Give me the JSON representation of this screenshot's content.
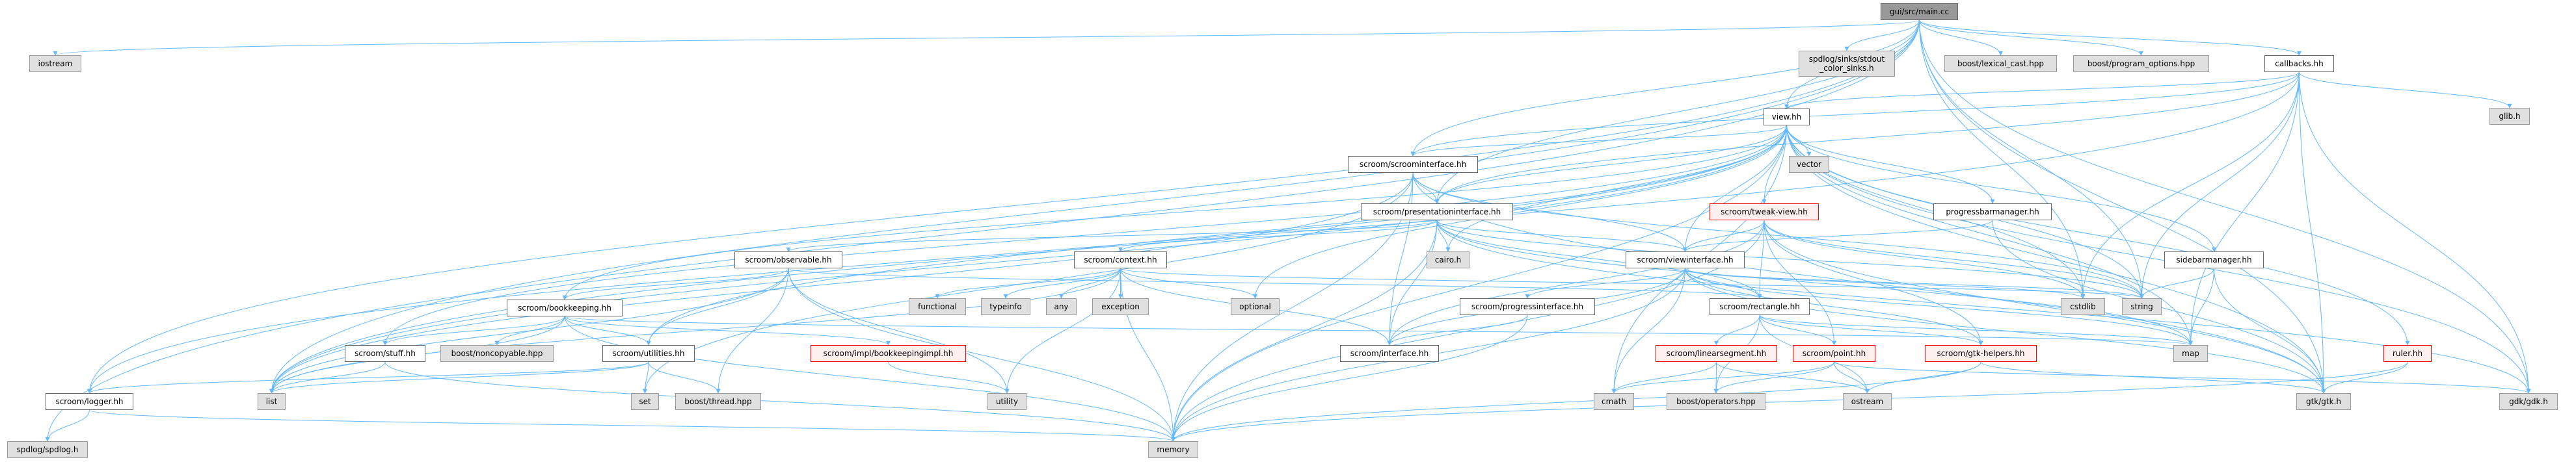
{
  "graph": {
    "colors": {
      "edge": "#63b8ff",
      "root_fill": "#999999",
      "system_fill": "#e0e0e0",
      "missing_border": "#ff0000"
    },
    "nodes": {
      "main": "gui/src/main.cc",
      "iostream": "iostream",
      "spdlog": "spdlog/spdlog.h",
      "sinks": "spdlog/sinks/stdout\n_color_sinks.h",
      "lexical": "boost/lexical_cast.hpp",
      "progopts": "boost/program_options.hpp",
      "callbacks": "callbacks.hh",
      "glib": "glib.h",
      "view": "view.hh",
      "vector": "vector",
      "scroomif": "scroom/scroominterface.hh",
      "presif": "scroom/presentationinterface.hh",
      "tweak": "scroom/tweak-view.hh",
      "pbm": "progressbarmanager.hh",
      "observable": "scroom/observable.hh",
      "context": "scroom/context.hh",
      "cairo": "cairo.h",
      "viewif": "scroom/viewinterface.hh",
      "sidebar": "sidebarmanager.hh",
      "bookkeeping": "scroom/bookkeeping.hh",
      "functional": "functional",
      "typeinfo": "typeinfo",
      "any": "any",
      "exception": "exception",
      "optional": "optional",
      "progif": "scroom/progressinterface.hh",
      "rectangle": "scroom/rectangle.hh",
      "cstdlib": "cstdlib",
      "string": "string",
      "stuff": "scroom/stuff.hh",
      "noncopyable": "boost/noncopyable.hpp",
      "utilities": "scroom/utilities.hh",
      "bkimpl": "scroom/impl/bookkeepingimpl.hh",
      "interface": "scroom/interface.hh",
      "linseg": "scroom/linearsegment.hh",
      "point": "scroom/point.hh",
      "gtkhelpers": "scroom/gtk-helpers.hh",
      "map": "map",
      "ruler": "ruler.hh",
      "logger": "scroom/logger.hh",
      "list": "list",
      "set": "set",
      "thread": "boost/thread.hpp",
      "utility": "utility",
      "cmath": "cmath",
      "operators": "boost/operators.hpp",
      "ostream": "ostream",
      "gtk": "gtk/gtk.h",
      "gdk": "gdk/gdk.h",
      "memory": "memory"
    },
    "edges": [
      [
        "main",
        "iostream"
      ],
      [
        "main",
        "spdlog"
      ],
      [
        "main",
        "list"
      ],
      [
        "main",
        "logger"
      ],
      [
        "main",
        "sinks"
      ],
      [
        "main",
        "lexical"
      ],
      [
        "main",
        "progopts"
      ],
      [
        "main",
        "callbacks"
      ],
      [
        "main",
        "view"
      ],
      [
        "main",
        "string"
      ],
      [
        "main",
        "cstdlib"
      ],
      [
        "main",
        "gtk"
      ],
      [
        "main",
        "gdk"
      ],
      [
        "main",
        "scroomif"
      ],
      [
        "main",
        "presif"
      ],
      [
        "callbacks",
        "view"
      ],
      [
        "callbacks",
        "scroomif"
      ],
      [
        "callbacks",
        "presif"
      ],
      [
        "callbacks",
        "list"
      ],
      [
        "callbacks",
        "string"
      ],
      [
        "callbacks",
        "map"
      ],
      [
        "callbacks",
        "glib"
      ],
      [
        "callbacks",
        "gtk"
      ],
      [
        "callbacks",
        "gdk"
      ],
      [
        "callbacks",
        "cstdlib"
      ],
      [
        "view",
        "scroomif"
      ],
      [
        "view",
        "presif"
      ],
      [
        "view",
        "viewif"
      ],
      [
        "view",
        "tweak"
      ],
      [
        "view",
        "pbm"
      ],
      [
        "view",
        "sidebar"
      ],
      [
        "view",
        "ruler"
      ],
      [
        "view",
        "vector"
      ],
      [
        "view",
        "cairo"
      ],
      [
        "view",
        "cmath"
      ],
      [
        "view",
        "gtk"
      ],
      [
        "view",
        "gdk"
      ],
      [
        "view",
        "map"
      ],
      [
        "view",
        "string"
      ],
      [
        "view",
        "cstdlib"
      ],
      [
        "view",
        "optional"
      ],
      [
        "view",
        "bookkeeping"
      ],
      [
        "view",
        "stuff"
      ],
      [
        "view",
        "utilities"
      ],
      [
        "view",
        "logger"
      ],
      [
        "view",
        "list"
      ],
      [
        "view",
        "memory"
      ],
      [
        "scroomif",
        "presif"
      ],
      [
        "scroomif",
        "viewif"
      ],
      [
        "scroomif",
        "interface"
      ],
      [
        "scroomif",
        "list"
      ],
      [
        "scroomif",
        "memory"
      ],
      [
        "scroomif",
        "string"
      ],
      [
        "scroomif",
        "gtk"
      ],
      [
        "scroomif",
        "set"
      ],
      [
        "presif",
        "viewif"
      ],
      [
        "presif",
        "rectangle"
      ],
      [
        "presif",
        "interface"
      ],
      [
        "presif",
        "observable"
      ],
      [
        "presif",
        "context"
      ],
      [
        "presif",
        "cairo"
      ],
      [
        "presif",
        "memory"
      ],
      [
        "presif",
        "map"
      ],
      [
        "presif",
        "string"
      ],
      [
        "presif",
        "gdk"
      ],
      [
        "tweak",
        "viewif"
      ],
      [
        "tweak",
        "rectangle"
      ],
      [
        "tweak",
        "point"
      ],
      [
        "tweak",
        "interface"
      ],
      [
        "tweak",
        "gtkhelpers"
      ],
      [
        "tweak",
        "string"
      ],
      [
        "tweak",
        "memory"
      ],
      [
        "tweak",
        "cstdlib"
      ],
      [
        "tweak",
        "gtk"
      ],
      [
        "viewif",
        "progif"
      ],
      [
        "viewif",
        "rectangle"
      ],
      [
        "viewif",
        "interface"
      ],
      [
        "viewif",
        "gtkhelpers"
      ],
      [
        "viewif",
        "cmath"
      ],
      [
        "viewif",
        "cstdlib"
      ],
      [
        "viewif",
        "string"
      ],
      [
        "viewif",
        "map"
      ],
      [
        "viewif",
        "memory"
      ],
      [
        "viewif",
        "gtk"
      ],
      [
        "progif",
        "interface"
      ],
      [
        "progif",
        "memory"
      ],
      [
        "rectangle",
        "linseg"
      ],
      [
        "rectangle",
        "point"
      ],
      [
        "rectangle",
        "gtkhelpers"
      ],
      [
        "rectangle",
        "operators"
      ],
      [
        "rectangle",
        "ostream"
      ],
      [
        "rectangle",
        "map"
      ],
      [
        "linseg",
        "cmath"
      ],
      [
        "linseg",
        "operators"
      ],
      [
        "linseg",
        "ostream"
      ],
      [
        "point",
        "cmath"
      ],
      [
        "point",
        "operators"
      ],
      [
        "point",
        "ostream"
      ],
      [
        "point",
        "gdk"
      ],
      [
        "gtkhelpers",
        "gtk"
      ],
      [
        "gtkhelpers",
        "ostream"
      ],
      [
        "gtkhelpers",
        "memory"
      ],
      [
        "pbm",
        "viewif"
      ],
      [
        "pbm",
        "gtk"
      ],
      [
        "sidebar",
        "string"
      ],
      [
        "sidebar",
        "map"
      ],
      [
        "sidebar",
        "gtk"
      ],
      [
        "ruler",
        "gtk"
      ],
      [
        "ruler",
        "memory"
      ],
      [
        "observable",
        "bookkeeping"
      ],
      [
        "observable",
        "utilities"
      ],
      [
        "observable",
        "list"
      ],
      [
        "observable",
        "memory"
      ],
      [
        "observable",
        "thread"
      ],
      [
        "observable",
        "utility"
      ],
      [
        "observable",
        "rectangle"
      ],
      [
        "context",
        "functional"
      ],
      [
        "context",
        "typeinfo"
      ],
      [
        "context",
        "any"
      ],
      [
        "context",
        "exception"
      ],
      [
        "context",
        "optional"
      ],
      [
        "context",
        "memory"
      ],
      [
        "context",
        "utility"
      ],
      [
        "context",
        "interface"
      ],
      [
        "context",
        "string"
      ],
      [
        "context",
        "list"
      ],
      [
        "bookkeeping",
        "stuff"
      ],
      [
        "bookkeeping",
        "noncopyable"
      ],
      [
        "bookkeeping",
        "utilities"
      ],
      [
        "bookkeeping",
        "bkimpl"
      ],
      [
        "bookkeeping",
        "list"
      ],
      [
        "bookkeeping",
        "memory"
      ],
      [
        "bookkeeping",
        "map"
      ],
      [
        "stuff",
        "list"
      ],
      [
        "stuff",
        "memory"
      ],
      [
        "utilities",
        "logger"
      ],
      [
        "utilities",
        "set"
      ],
      [
        "utilities",
        "thread"
      ],
      [
        "utilities",
        "list"
      ],
      [
        "bkimpl",
        "utility"
      ],
      [
        "logger",
        "spdlog"
      ],
      [
        "logger",
        "memory"
      ]
    ]
  }
}
